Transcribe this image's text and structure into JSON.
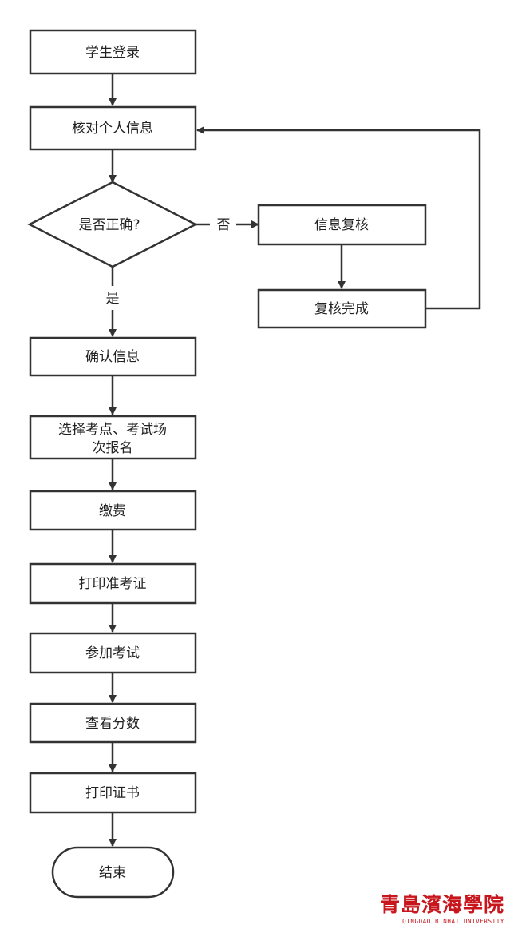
{
  "nodes": {
    "student_login": "学生登录",
    "verify_info": "核对个人信息",
    "is_correct": "是否正确?",
    "info_recheck": "信息复核",
    "recheck_done": "复核完成",
    "confirm_info": "确认信息",
    "select_site_line1": "选择考点、考试场",
    "select_site_line2": "次报名",
    "pay_fee": "缴费",
    "print_admission": "打印准考证",
    "take_exam": "参加考试",
    "view_score": "查看分数",
    "print_certificate": "打印证书",
    "end": "结束"
  },
  "edge_labels": {
    "no": "否",
    "yes": "是"
  },
  "watermark": {
    "name_cn": "青島濱海學院",
    "name_en": "QINGDAO BINHAI UNIVERSITY"
  },
  "colors": {
    "stroke": "#333333",
    "watermark": "#c8161d"
  }
}
